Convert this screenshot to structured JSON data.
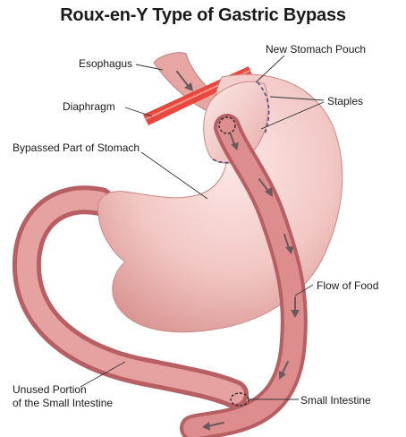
{
  "title": "Roux-en-Y Type of Gastric Bypass",
  "labels": {
    "esophagus": "Esophagus",
    "new_stomach_pouch": "New Stomach Pouch",
    "staples": "Staples",
    "diaphragm": "Diaphragm",
    "bypassed_stomach": "Bypassed Part of Stomach",
    "flow_of_food": "Flow of Food",
    "unused_portion_line1": "Unused Portion",
    "unused_portion_line2": "of the Small Intestine",
    "small_intestine": "Small Intestine"
  },
  "colors": {
    "stomach": "#f2c9c6",
    "stomach_shadow": "#d99793",
    "intestine": "#d9807e",
    "intestine_dark": "#b9595c",
    "diaphragm": "#e8473d",
    "arrow": "#6b5a5c",
    "staples": "#4b4d8c"
  }
}
